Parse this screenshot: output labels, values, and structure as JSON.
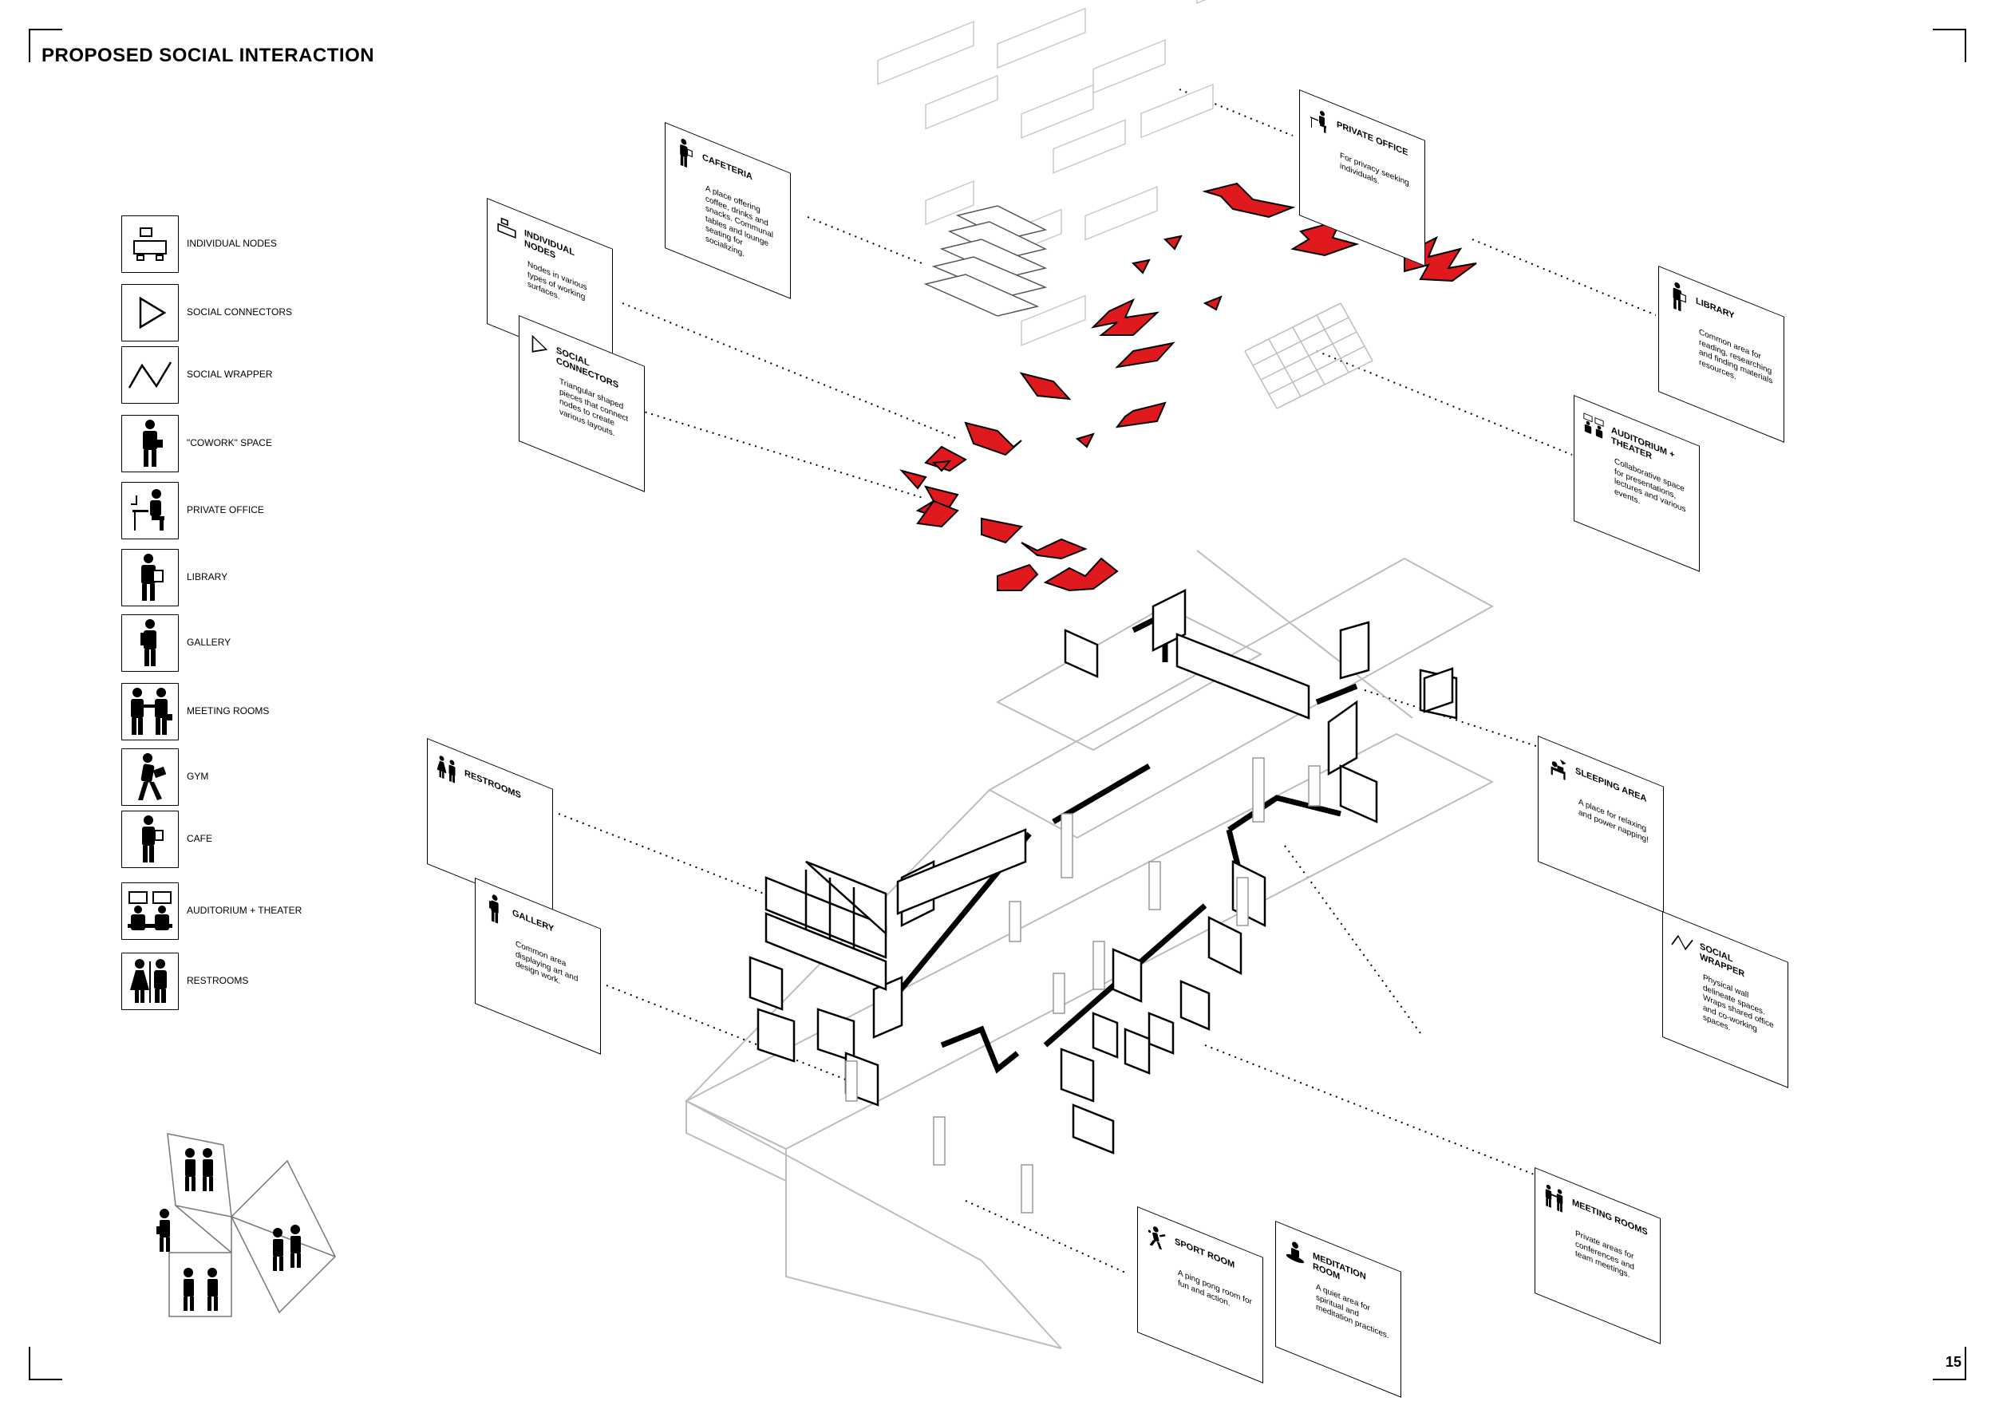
{
  "page": {
    "title": "PROPOSED SOCIAL INTERACTION",
    "number": "15"
  },
  "legend": [
    {
      "icon": "individual-nodes-icon",
      "label": "INDIVIDUAL NODES"
    },
    {
      "icon": "social-connectors-icon",
      "label": "SOCIAL CONNECTORS"
    },
    {
      "icon": "social-wrapper-icon",
      "label": "SOCIAL WRAPPER"
    },
    {
      "icon": "cowork-icon",
      "label": "\"COWORK\" SPACE"
    },
    {
      "icon": "private-office-icon",
      "label": "PRIVATE OFFICE"
    },
    {
      "icon": "library-icon",
      "label": "LIBRARY"
    },
    {
      "icon": "gallery-icon",
      "label": "GALLERY"
    },
    {
      "icon": "meeting-rooms-icon",
      "label": "MEETING ROOMS"
    },
    {
      "icon": "gym-icon",
      "label": "GYM"
    },
    {
      "icon": "cafe-icon",
      "label": "CAFE"
    },
    {
      "icon": "auditorium-icon",
      "label": "AUDITORIUM + THEATER"
    },
    {
      "icon": "restrooms-icon",
      "label": "RESTROOMS"
    }
  ],
  "cards": {
    "cafeteria": {
      "title": "CAFETERIA",
      "desc": "A place offering coffee, drinks and snacks. Communal tables and lounge seating for socializing."
    },
    "individual_nodes": {
      "title": "INDIVIDUAL NODES",
      "desc": "Nodes in various types of working surfaces."
    },
    "social_connectors": {
      "title": "SOCIAL CONNECTORS",
      "desc": "Triangular shaped pieces that connect nodes to create various layouts."
    },
    "private_office": {
      "title": "PRIVATE OFFICE",
      "desc": "For privacy seeking individuals."
    },
    "library": {
      "title": "LIBRARY",
      "desc": "Common area for reading, researching and finding materials resources."
    },
    "auditorium": {
      "title": "AUDITORIUM + THEATER",
      "desc": "Collaborative space for presentations, lectures and various events."
    },
    "restrooms": {
      "title": "RESTROOMS",
      "desc": ""
    },
    "gallery": {
      "title": "GALLERY",
      "desc": "Common area displaying art and design work."
    },
    "sleeping_area": {
      "title": "SLEEPING AREA",
      "desc": "A place for relaxing and power napping!"
    },
    "social_wrapper": {
      "title": "SOCIAL WRAPPER",
      "desc": "Physical wall delineate spaces. Wraps shared office and co-working spaces."
    },
    "meeting_rooms": {
      "title": "MEETING ROOMS",
      "desc": "Private areas for conferences and team meetings."
    },
    "sport_room": {
      "title": "SPORT ROOM",
      "desc": "A ping pong room for fun and action."
    },
    "meditation_room": {
      "title": "MEDITATION ROOM",
      "desc": "A quiet area for spiritual and meditation practices."
    }
  },
  "colors": {
    "accent": "#e0191f",
    "line": "#000000",
    "faint": "#bdbdbd"
  }
}
